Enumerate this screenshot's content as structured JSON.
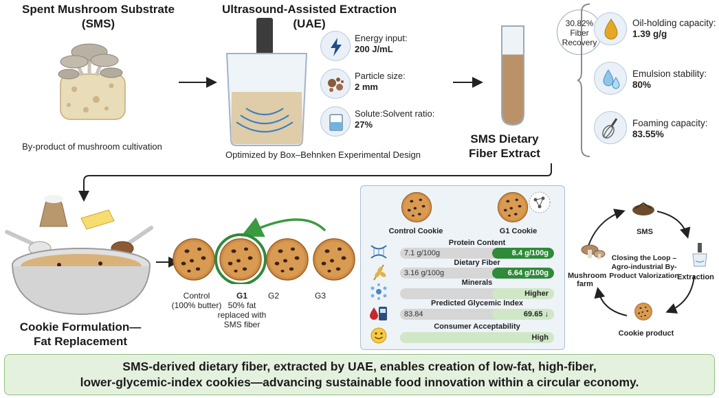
{
  "sms": {
    "title": "Spent Mushroom Substrate (SMS)",
    "caption": "By-product of mushroom cultivation"
  },
  "uae": {
    "title": "Ultrasound-Assisted Extraction (UAE)",
    "caption": "Optimized by Box–Behnken Experimental Design",
    "conditions": [
      {
        "label": "Energy input:",
        "value": "200 J/mL",
        "icon": "lightning-icon"
      },
      {
        "label": "Particle size:",
        "value": "2 mm",
        "icon": "particles-icon"
      },
      {
        "label": "Solute:Solvent ratio:",
        "value": "27%",
        "icon": "beaker-icon"
      }
    ]
  },
  "extract": {
    "title": "SMS Dietary Fiber Extract",
    "recovery_value": "30.82%",
    "recovery_label": "Fiber Recovery",
    "fill_fraction": 0.72
  },
  "properties": [
    {
      "label": "Oil-holding capacity:",
      "value": "1.39 g/g",
      "icon": "oil-drop-icon"
    },
    {
      "label": "Emulsion stability:",
      "value": "80%",
      "icon": "water-drops-icon"
    },
    {
      "label": "Foaming capacity:",
      "value": "83.55%",
      "icon": "whisk-icon"
    }
  ],
  "formulation": {
    "title": "Cookie Formulation— Fat Replacement",
    "cookies": [
      {
        "name": "Control",
        "note": "(100% butter)"
      },
      {
        "name": "G1",
        "note": "50% fat replaced with SMS fiber"
      },
      {
        "name": "G2",
        "note": ""
      },
      {
        "name": "G3",
        "note": ""
      }
    ]
  },
  "comparison": {
    "control_label": "Control Cookie",
    "g1_label": "G1 Cookie",
    "metrics": [
      {
        "name": "Protein Content",
        "control": "7.1 g/100g",
        "g1": "8.4 g/100g",
        "style": "dark",
        "fraction": 0.4,
        "icon": "dna-icon"
      },
      {
        "name": "Dietary Fiber",
        "control": "3.16 g/100g",
        "g1": "6.64 g/100g",
        "style": "dark",
        "fraction": 0.4,
        "icon": "wheat-icon"
      },
      {
        "name": "Minerals",
        "control": "",
        "g1": "Higher",
        "style": "light",
        "fraction": 0.4,
        "icon": "minerals-icon"
      },
      {
        "name": "Predicted Glycemic Index",
        "control": "83.84",
        "g1": "69.65 ↓",
        "style": "light",
        "fraction": 0.4,
        "icon": "glucose-meter-icon"
      },
      {
        "name": "Consumer Acceptability",
        "control": "",
        "g1": "High",
        "style": "light",
        "fraction": 1.0,
        "icon": "smiley-icon"
      }
    ]
  },
  "loop": {
    "center": "Closing the Loop – Agro-industrial By-Product Valorization",
    "nodes": [
      "SMS",
      "Extraction",
      "Cookie product",
      "Mushroom farm"
    ]
  },
  "footer": {
    "line1": "SMS-derived dietary fiber, extracted by UAE, enables creation of low-fat, high-fiber,",
    "line2": "lower-glycemic-index cookies—advancing sustainable food innovation within a circular economy."
  },
  "colors": {
    "green_dark": "#2f8a3a",
    "green_light": "#cfe7c6",
    "blue_panel": "#eef3f8",
    "cookie": "#c98a45"
  }
}
